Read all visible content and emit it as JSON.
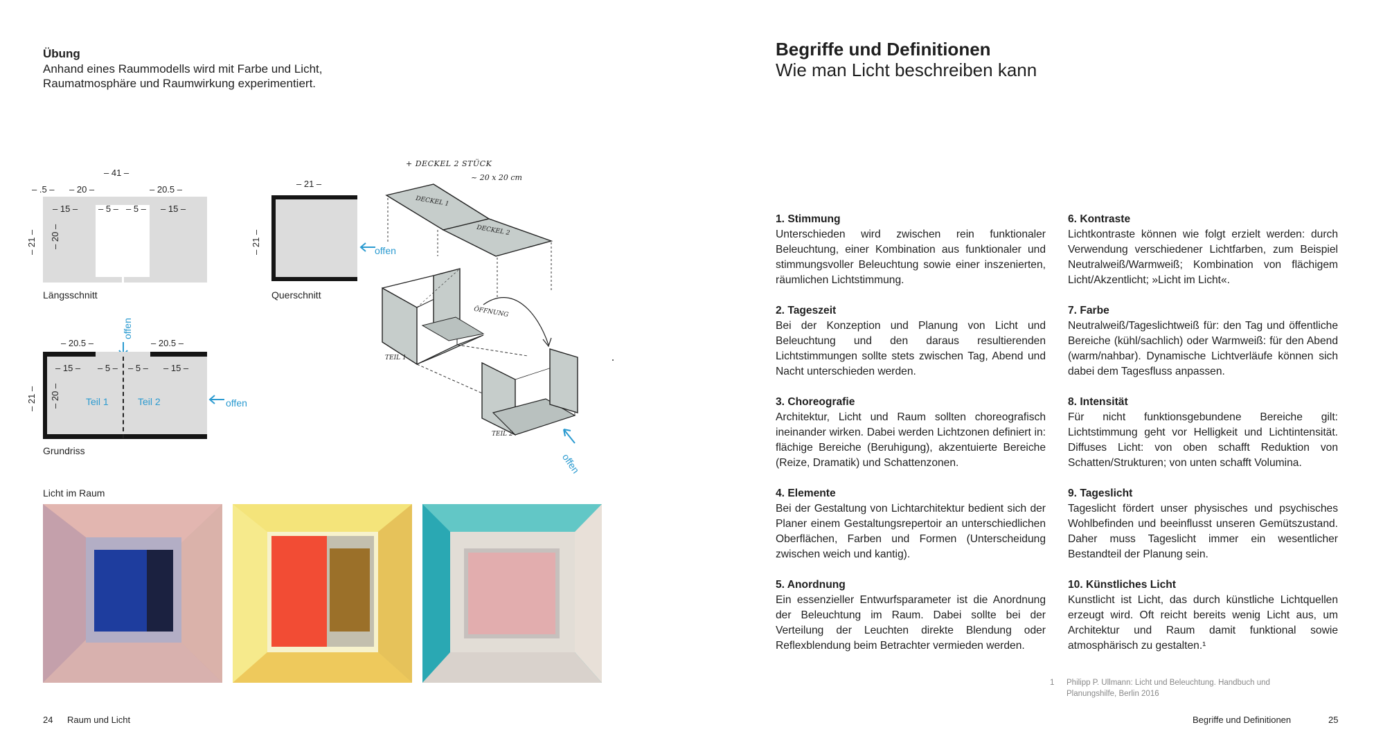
{
  "left_page": {
    "exercise_title": "Übung",
    "exercise_text": "Anhand eines Raummodells wird mit Farbe und Licht, Raumatmosphäre und Raumwirkung experimentiert.",
    "laengsschnitt": {
      "caption": "Längsschnitt",
      "dims": {
        "total": "– 41 –",
        "left_edge": "– .5 –",
        "left": "– 20 –",
        "right": "– 20.5 –",
        "in_left": "– 15 –",
        "in_mid1": "– 5 –",
        "in_mid2": "– 5 –",
        "in_right": "– 15 –",
        "height_outer": "– 21 –",
        "height_inner": "– 20 –"
      }
    },
    "querschnitt": {
      "caption": "Querschnitt",
      "dims": {
        "width": "– 21 –",
        "height": "– 21 –"
      },
      "open_label": "offen"
    },
    "grundriss": {
      "caption": "Grundriss",
      "dims": {
        "left": "– 20.5 –",
        "right": "– 20.5 –",
        "in_left": "– 15 –",
        "in_mid1": "– 5 –",
        "in_mid2": "– 5 –",
        "in_right": "– 15 –",
        "height_outer": "– 21 –",
        "height_inner": "– 20 –"
      },
      "part1": "Teil 1",
      "part2": "Teil 2",
      "open_top": "offen",
      "open_right": "offen"
    },
    "sketch": {
      "note1": "+ DECKEL 2 STÜCK",
      "note2": "~ 20 x 20 cm",
      "lid1": "DECKEL 1",
      "lid2": "DECKEL 2",
      "opening": "ÖFFNUNG",
      "part1": "TEIL 1",
      "part2": "TEIL 2",
      "open_label": "offen"
    },
    "photos_caption": "Licht im Raum",
    "page_number": "24",
    "running_title": "Raum und Licht"
  },
  "right_page": {
    "title": "Begriffe und Definitionen",
    "subtitle": "Wie man Licht beschreiben kann",
    "column1": [
      {
        "heading": "1. Stimmung",
        "text": "Unterschieden wird zwischen rein funktionaler Beleuchtung, einer Kombination aus funktionaler und stimmungsvoller Beleuchtung sowie einer inszenierten, räumlichen Lichtstimmung."
      },
      {
        "heading": "2. Tageszeit",
        "text": "Bei der Konzeption und Planung von Licht und Beleuchtung und den daraus resultierenden Lichtstimmungen sollte stets zwischen Tag, Abend und Nacht unterschieden werden."
      },
      {
        "heading": "3. Choreografie",
        "text": "Architektur, Licht und Raum sollten choreografisch ineinander wirken. Dabei werden Lichtzonen definiert in: flächige Bereiche (Beruhigung), akzentuierte Bereiche (Reize, Dramatik) und Schattenzonen."
      },
      {
        "heading": "4. Elemente",
        "text": "Bei der Gestaltung von Lichtarchitektur bedient sich der Planer einem Gestaltungsrepertoir an unterschiedlichen Oberflächen, Farben und Formen (Unterscheidung zwischen weich und kantig)."
      },
      {
        "heading": "5. Anordnung",
        "text": "Ein essenzieller Entwurfsparameter ist die Anordnung der Beleuchtung im Raum. Dabei sollte bei der Verteilung der Leuchten direkte Blendung oder Reflexblendung beim Betrachter vermieden werden."
      }
    ],
    "column2": [
      {
        "heading": "6. Kontraste",
        "text": "Lichtkontraste können wie folgt erzielt werden: durch Verwendung verschiedener Lichtfarben, zum Beispiel Neutralweiß/Warmweiß; Kombination von flächigem Licht/Akzentlicht; »Licht im Licht«."
      },
      {
        "heading": "7. Farbe",
        "text": "Neutralweiß/Tageslichtweiß für: den Tag und öffentliche Bereiche (kühl/sachlich) oder Warmweiß: für den Abend (warm/nahbar). Dynamische Lichtverläufe können sich dabei dem Tagesfluss anpassen."
      },
      {
        "heading": "8. Intensität",
        "text": "Für nicht funktionsgebundene Bereiche gilt: Lichtstimmung geht vor Helligkeit und Lichtintensität. Diffuses Licht: von oben schafft Reduktion von Schatten/Strukturen; von unten schafft Volumina."
      },
      {
        "heading": "9. Tageslicht",
        "text": "Tageslicht fördert unser physisches und psychisches Wohlbefinden und beeinflusst unseren Gemütszustand. Daher muss Tageslicht immer ein wesentlicher Bestandteil der Planung sein."
      },
      {
        "heading": "10. Künstliches Licht",
        "text": "Kunstlicht ist Licht, das durch künstliche Lichtquellen erzeugt wird. Oft reicht bereits wenig Licht aus, um Architektur und Raum damit funktional sowie atmosphärisch zu gestalten.¹"
      }
    ],
    "footnote_number": "1",
    "footnote_text": "Philipp P. Ullmann: Licht und Beleuchtung. Handbuch und Planungshilfe, Berlin 2016",
    "running_title": "Begriffe und Definitionen",
    "page_number": "25"
  },
  "colors": {
    "accent_blue": "#2a9ad0",
    "panel_grey": "#dcdcdc",
    "text": "#1e1e1e"
  }
}
